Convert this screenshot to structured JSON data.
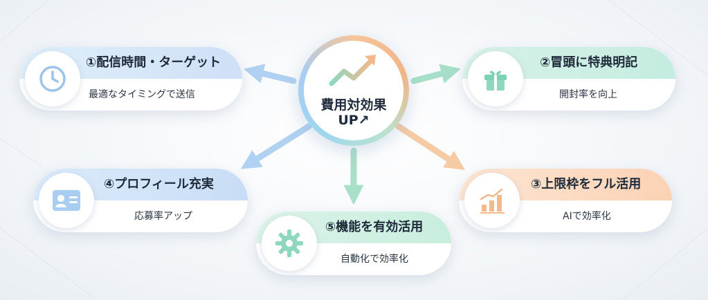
{
  "center": {
    "title": "費用対効果",
    "up_label": "UP",
    "up_arrow": "↗",
    "icon": "trend-up-icon"
  },
  "cards": [
    {
      "title": "①配信時間・ターゲット",
      "subtitle": "最適なタイミングで送信",
      "icon": "clock-icon"
    },
    {
      "title": "②冒頭に特典明記",
      "subtitle": "開封率を向上",
      "icon": "gift-icon"
    },
    {
      "title": "③上限枠をフル活用",
      "subtitle": "AIで効率化",
      "icon": "bar-chart-icon"
    },
    {
      "title": "④プロフィール充実",
      "subtitle": "応募率アップ",
      "icon": "profile-card-icon"
    },
    {
      "title": "⑤機能を有効活用",
      "subtitle": "自動化で効率化",
      "icon": "gear-icon"
    }
  ],
  "colors": {
    "blue": "#a9cdf0",
    "green": "#9fdcc4",
    "orange": "#f5c69c",
    "text": "#1e2a3a"
  }
}
